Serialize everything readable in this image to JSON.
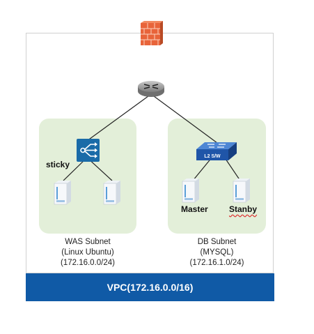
{
  "vpc": {
    "label": "VPC(172.16.0.0/16)"
  },
  "was_subnet": {
    "lines": [
      "WAS Subnet",
      "(Linux Ubuntu)",
      "(172.16.0.0/24)"
    ],
    "lb_label": "sticky"
  },
  "db_subnet": {
    "lines": [
      "DB Subnet",
      "(MYSQL)",
      "(172.16.1.0/24)"
    ],
    "switch_label": "L2 S/W",
    "server_labels": [
      "Master",
      "Stanby"
    ]
  },
  "colors": {
    "vpc_bar": "#105aa6",
    "subnet_bg": "#e3efd9",
    "firewall": "#e8643a",
    "lb": "#1a6ba8"
  },
  "icons": [
    "firewall-icon",
    "router-icon",
    "load-balancer-icon",
    "l2-switch-icon",
    "server-icon"
  ]
}
